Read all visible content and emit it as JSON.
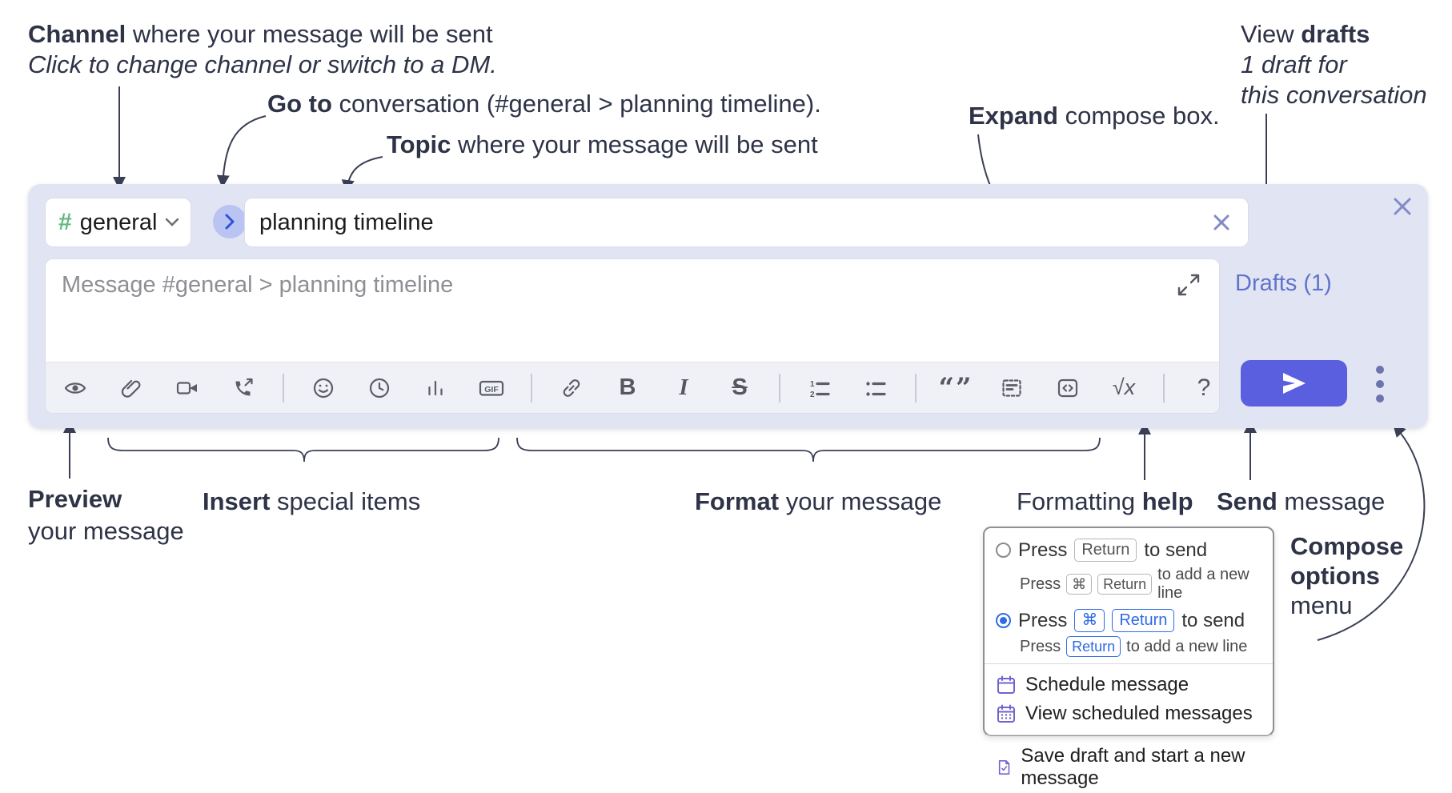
{
  "annotations": {
    "channel": {
      "bold": "Channel",
      "rest": " where your message will be sent",
      "line2": "Click to change channel or switch to a DM."
    },
    "goto": {
      "bold": "Go to",
      "rest": " conversation (#general > planning timeline)."
    },
    "topic": {
      "bold": "Topic",
      "rest": " where your message will be sent"
    },
    "expand": {
      "bold": "Expand",
      "rest": " compose box."
    },
    "view_drafts": {
      "pre": "View ",
      "bold": "drafts",
      "line2": "1 draft for",
      "line3": "this conversation"
    },
    "preview": {
      "bold": "Preview",
      "line2": "your message"
    },
    "insert": {
      "bold": "Insert",
      "rest": " special items"
    },
    "format": {
      "bold": "Format",
      "rest": " your message"
    },
    "formatting_help": {
      "pre": "Formatting ",
      "bold": "help"
    },
    "send": {
      "bold": "Send",
      "rest": " message"
    },
    "compose_options": {
      "line1": "Compose",
      "line2": "options",
      "line3": "menu"
    }
  },
  "compose": {
    "channel_hash": "#",
    "channel_name": "general",
    "topic_value": "planning timeline",
    "message_placeholder": "Message #general > planning timeline",
    "drafts_label": "Drafts (1)"
  },
  "toolbar": {
    "bold_label": "B",
    "italic_label": "I",
    "strike_label": "S",
    "gif_label": "GIF",
    "ol_num1": "1",
    "ol_num2": "2",
    "quote_label": "“”",
    "math_label": "√x",
    "help_label": "?"
  },
  "menu": {
    "option1": {
      "pre": "Press",
      "key": "Return",
      "post": "to send",
      "sub_pre": "Press",
      "sub_key1": "⌘",
      "sub_key2": "Return",
      "sub_post": "to add a new line"
    },
    "option2": {
      "pre": "Press",
      "key1": "⌘",
      "key2": "Return",
      "post": "to send",
      "sub_pre": "Press",
      "sub_key": "Return",
      "sub_post": "to add a new line"
    },
    "items": [
      "Schedule message",
      "View scheduled messages",
      "Save draft and start a new message"
    ]
  },
  "colors": {
    "annotation_text": "#2e3347",
    "panel_bg": "#e1e4f3",
    "send_button": "#5a5fe0",
    "drafts_link": "#6173ca",
    "hash_green": "#62b97f",
    "goto_circle_bg": "#b9c4f3",
    "goto_chevron": "#2f52d9",
    "radio_selected_blue": "#2e6be6",
    "menu_icon_purple": "#6f63cf",
    "toolbar_icon_gray": "#5b5e66"
  }
}
